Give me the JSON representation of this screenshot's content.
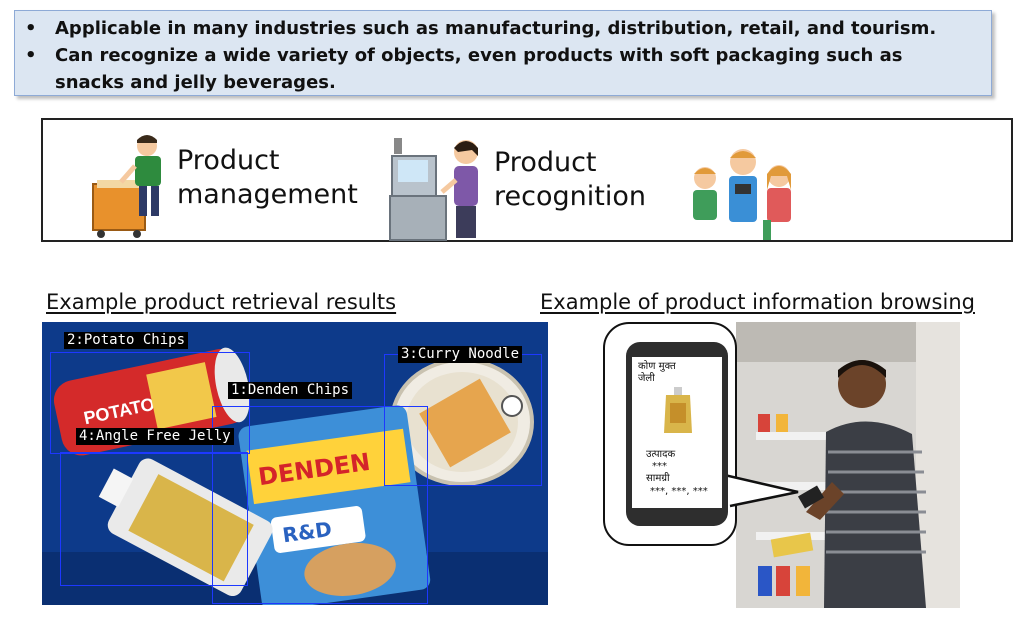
{
  "bullets": [
    "Applicable in many industries such as manufacturing, distribution, retail, and tourism.",
    "Can recognize a wide variety of objects, even products with soft packaging such as snacks and jelly beverages."
  ],
  "bullet_marker": "•",
  "use_cases": {
    "product_management": "Product\nmanagement",
    "product_recognition": "Product\nrecognition"
  },
  "sections": {
    "retrieval_title": "Example product retrieval results",
    "browsing_title": "Example of product information browsing"
  },
  "detections": [
    {
      "label": "2:Potato Chips"
    },
    {
      "label": "1:Denden Chips"
    },
    {
      "label": "3:Curry Noodle"
    },
    {
      "label": "4:Angle Free Jelly"
    }
  ],
  "phone_screen": {
    "line1": "कोण मुक्त",
    "line2": "जेली",
    "line3": "उत्पादक",
    "line4": "***",
    "line5": "सामग्री",
    "line6": "***, ***, ***"
  },
  "colors": {
    "bullet_box_bg": "#dce6f2",
    "detection_box": "#1d38ff",
    "retrieval_bg": "#0d3a8a"
  }
}
